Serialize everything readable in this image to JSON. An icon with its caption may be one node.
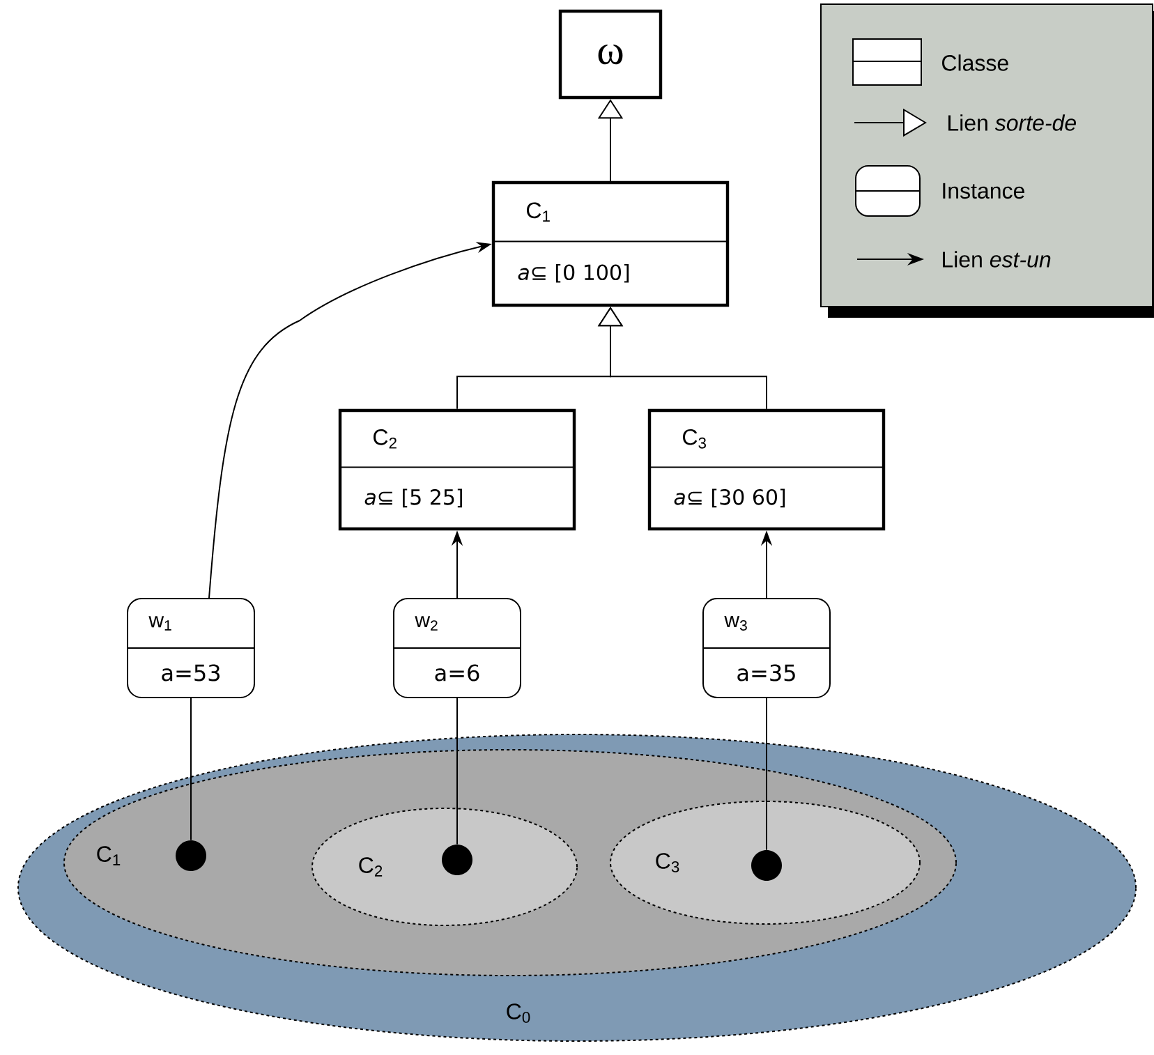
{
  "diagram": {
    "nodes": [
      {
        "text": [
          "ω"
        ]
      },
      {
        "text": [
          "C$_{1}$",
          "*a*⊆ [0 100]"
        ]
      },
      {
        "text": [
          "C$_{2}$",
          "*a*⊆ [5 25]"
        ]
      },
      {
        "text": [
          "C$_{3}$",
          "*a*⊆ [30 60]"
        ]
      },
      {
        "text": [
          "w$_{1}$",
          "a=53"
        ]
      },
      {
        "text": [
          "w$_{2}$",
          "a=6"
        ]
      },
      {
        "text": [
          "w$_{3}$",
          "a=35"
        ]
      },
      {
        "text": [
          "C$_{0}$"
        ]
      },
      {
        "text": [
          "C$_{1}$"
        ],
        "in": 7
      },
      {
        "text": [
          "C$_{2}$"
        ],
        "in": 8
      },
      {
        "text": [
          "C$_{3}$"
        ],
        "in": 8
      },
      {
        "text": [],
        "shape": "circle",
        "in": 8
      },
      {
        "text": [],
        "shape": "circle",
        "in": 9
      },
      {
        "text": [],
        "shape": "circle",
        "in": 10
      }
    ],
    "edges": [
      {
        "from": 1,
        "to": 0,
        "arrow": "to"
      },
      {
        "from": 2,
        "to": 1,
        "arrow": "to"
      },
      {
        "from": 3,
        "to": 1,
        "arrow": "to"
      },
      {
        "from": 4,
        "to": 1,
        "arrow": "to"
      },
      {
        "from": 5,
        "to": 2,
        "arrow": "to"
      },
      {
        "from": 6,
        "to": 3,
        "arrow": "to"
      },
      {
        "from": 4,
        "to": 11,
        "arrow": "none"
      },
      {
        "from": 5,
        "to": 12,
        "arrow": "none"
      },
      {
        "from": 6,
        "to": 13,
        "arrow": "none"
      }
    ],
    "legend": [
      {
        "text": "Classe"
      },
      {
        "text": "Lien *sorte-de*"
      },
      {
        "text": "Instance"
      },
      {
        "text": "Lien *est-un*"
      }
    ]
  }
}
